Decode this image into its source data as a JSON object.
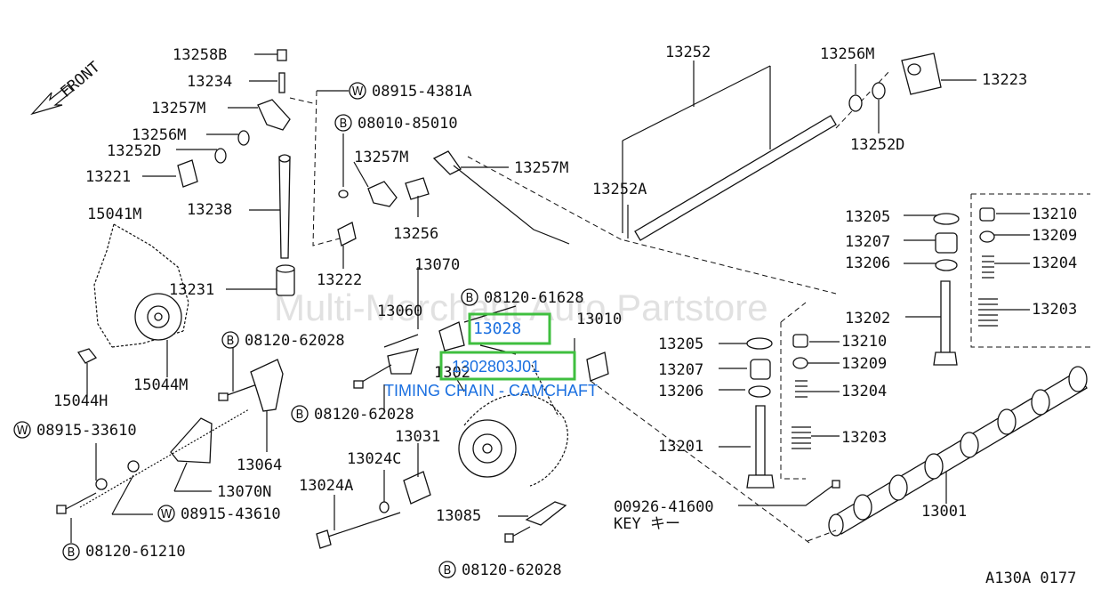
{
  "diagram": {
    "watermark": "Multi-Merchant Auto Partstore",
    "front_label": "FRONT",
    "highlight_part": "13028",
    "highlight_number": "1302803J01",
    "highlight_caption": "TIMING CHAIN - CAMCHAFT",
    "figure_code": "A130A 0177",
    "key_line1": "00926-41600",
    "key_line2": "KEY  キー",
    "labels": {
      "p13258B": "13258B",
      "p13234": "13234",
      "p13257M_a": "13257M",
      "p13256M_a": "13256M",
      "p13252D_a": "13252D",
      "p13221": "13221",
      "p13238": "13238",
      "p15041M": "15041M",
      "p13231": "13231",
      "p15044H": "15044H",
      "p15044M": "15044M",
      "w08915_4381A": "08915-4381A",
      "b08010_85010": "08010-85010",
      "p13257M_b": "13257M",
      "p13257M_c": "13257M",
      "p13256": "13256",
      "p13222": "13222",
      "p13252": "13252",
      "p13252A": "13252A",
      "p13256M_b": "13256M",
      "p13223": "13223",
      "p13252D_b": "13252D",
      "p13070": "13070",
      "b08120_61628": "08120-61628",
      "p13060": "13060",
      "p13010": "13010",
      "b08120_62028_a": "08120-62028",
      "p13024": "1302",
      "b08120_62028_b": "08120-62028",
      "w08915_33610": "08915-33610",
      "p13064": "13064",
      "p13070N": "13070N",
      "w08915_43610": "08915-43610",
      "b08120_61210": "08120-61210",
      "p13031": "13031",
      "p13024C": "13024C",
      "p13024A": "13024A",
      "p13085": "13085",
      "b08120_62028_c": "08120-62028",
      "p13205_r": "13205",
      "p13210_r": "13210",
      "p13207_r": "13207",
      "p13209_r": "13209",
      "p13206_r": "13206",
      "p13204_r": "13204",
      "p13202": "13202",
      "p13203_r": "13203",
      "p13205_l": "13205",
      "p13210_l": "13210",
      "p13207_l": "13207",
      "p13209_l": "13209",
      "p13206_l": "13206",
      "p13204_l": "13204",
      "p13201": "13201",
      "p13203_l": "13203",
      "p13001": "13001"
    },
    "circle_marks": {
      "w1": "W",
      "b1": "B",
      "b2": "B",
      "b3": "B",
      "w2": "W",
      "w3": "W",
      "b4": "B",
      "b5": "B"
    }
  }
}
